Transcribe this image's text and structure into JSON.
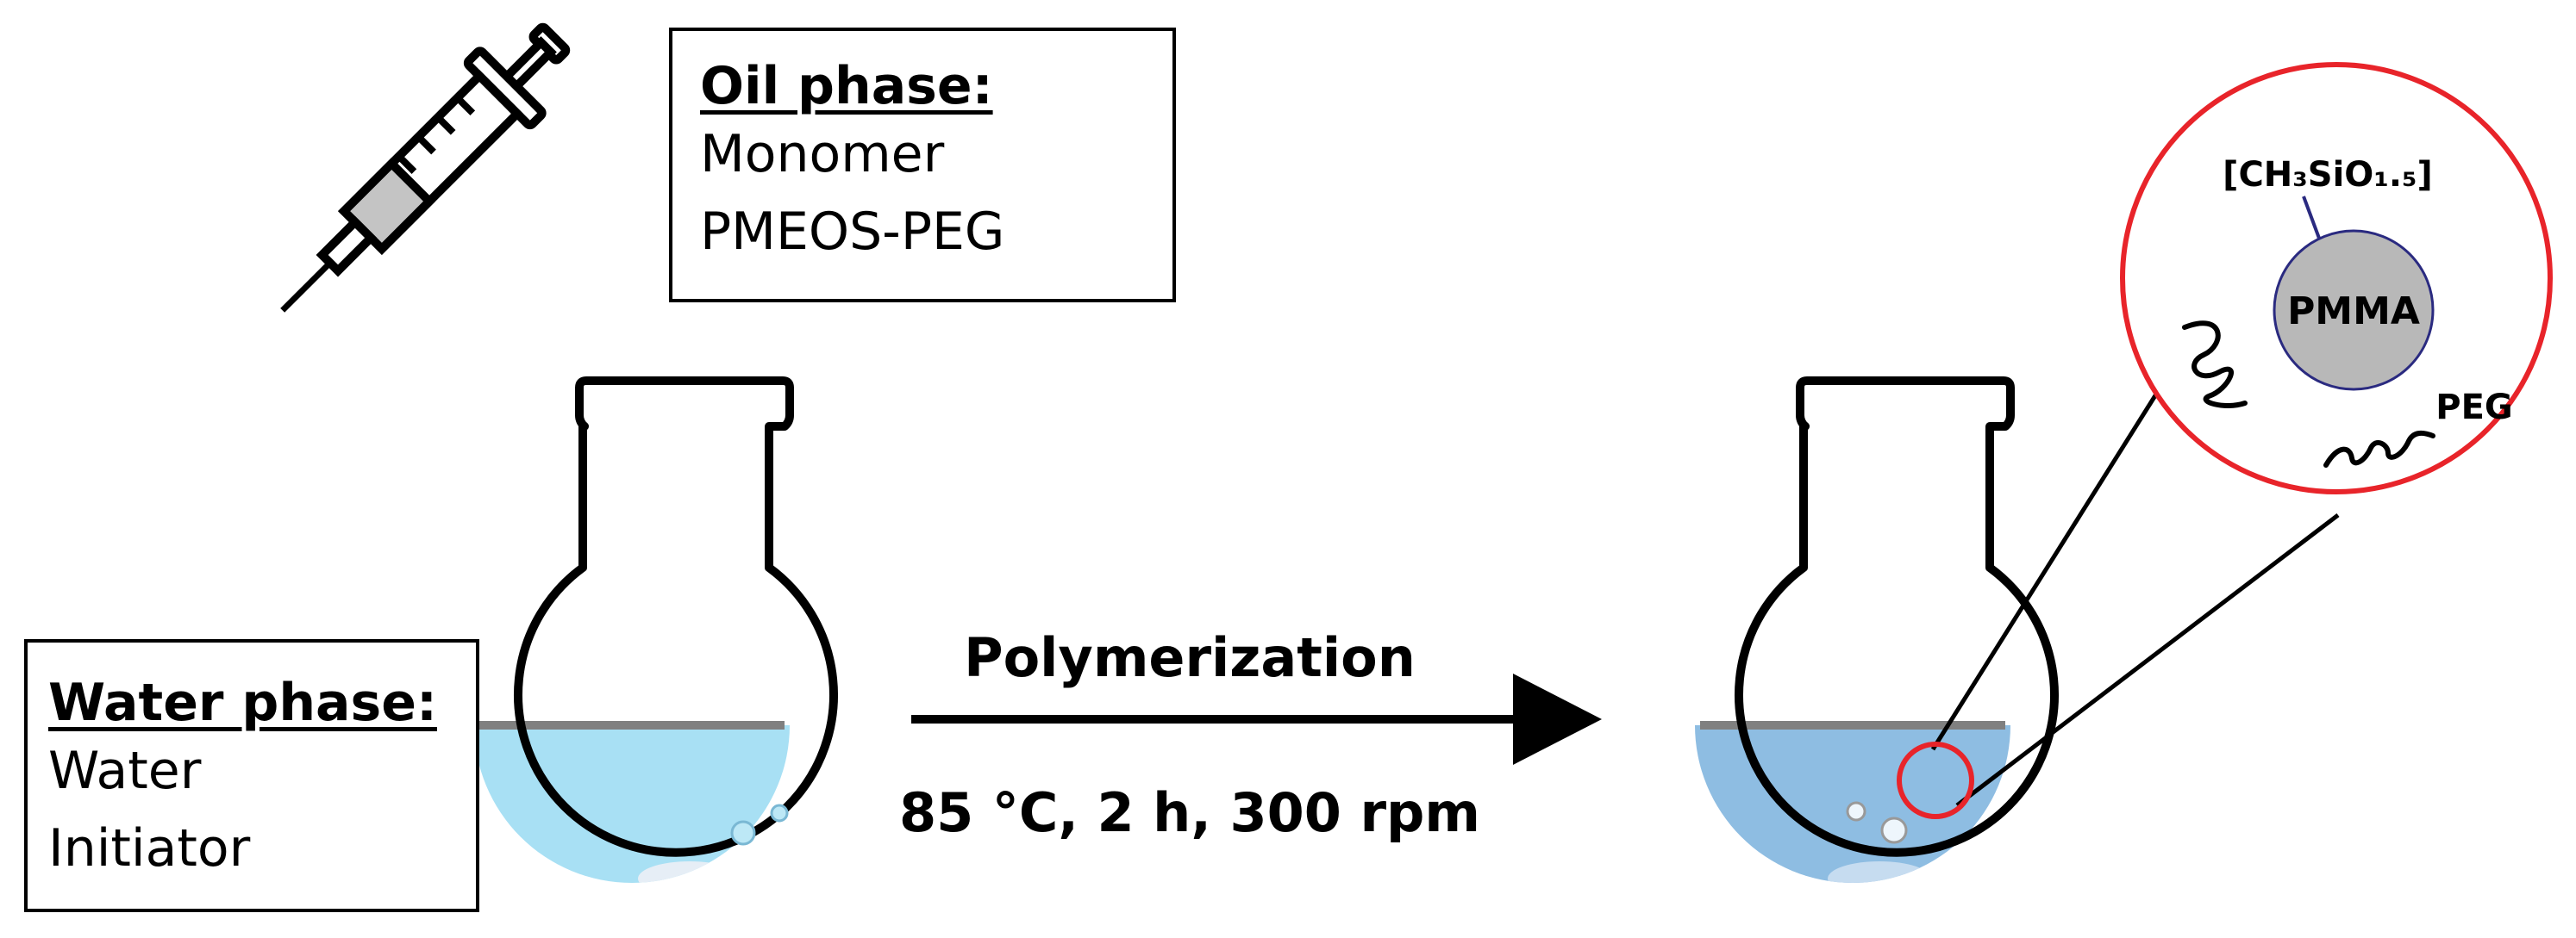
{
  "oil_phase": {
    "title": "Oil phase:",
    "items": [
      "Monomer",
      "PMEOS-PEG"
    ]
  },
  "water_phase": {
    "title": "Water phase:",
    "items": [
      "Water",
      "Initiator"
    ]
  },
  "reaction": {
    "label": "Polymerization",
    "conditions": "85 °C, 2 h, 300 rpm"
  },
  "particle": {
    "core": "PMMA",
    "shell": "[CH₃SiO₁.₅]",
    "chain": "PEG"
  },
  "colors": {
    "water_before": "#a8e0f4",
    "water_after": "#8ebde2",
    "interface": "#808080",
    "highlight": "#e8242a",
    "core_fill": "#b8b8b8",
    "shell_line": "#2a2a80"
  }
}
